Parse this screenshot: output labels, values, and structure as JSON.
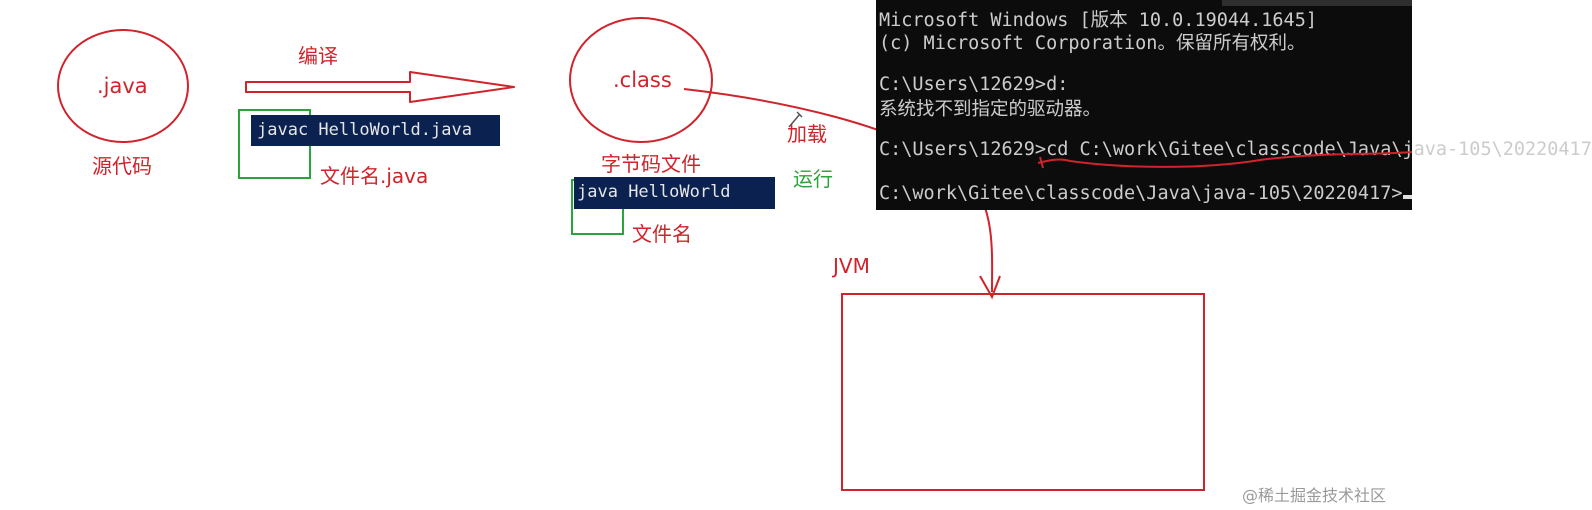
{
  "source": {
    "circle_label": ".java",
    "caption": "源代码"
  },
  "compile": {
    "label": "编译",
    "command_program": "javac",
    "command_arg": " HelloWorld.java",
    "hint": "文件名.java"
  },
  "bytecode": {
    "circle_label": ".class",
    "caption": "字节码文件",
    "command_program": "java",
    "command_arg": " HelloWorld",
    "hint": "文件名"
  },
  "steps": {
    "load": "加载",
    "run": "运行"
  },
  "jvm": {
    "label": "JVM"
  },
  "terminal": {
    "lines": [
      "Microsoft Windows [版本 10.0.19044.1645]",
      "(c) Microsoft Corporation。保留所有权利。",
      "",
      "C:\\Users\\12629>d:",
      "系统找不到指定的驱动器。",
      "",
      "C:\\Users\\12629>cd C:\\work\\Gitee\\classcode\\Java\\java-105\\20220417",
      "",
      "C:\\work\\Gitee\\classcode\\Java\\java-105\\20220417>"
    ]
  },
  "watermark": {
    "text": "@稀土掘金技术社区"
  },
  "colors": {
    "annotation_red": "#d0232b",
    "annotation_green": "#2aa43c",
    "command_band": "#0b2150",
    "terminal_bg": "#0c0c0c"
  }
}
